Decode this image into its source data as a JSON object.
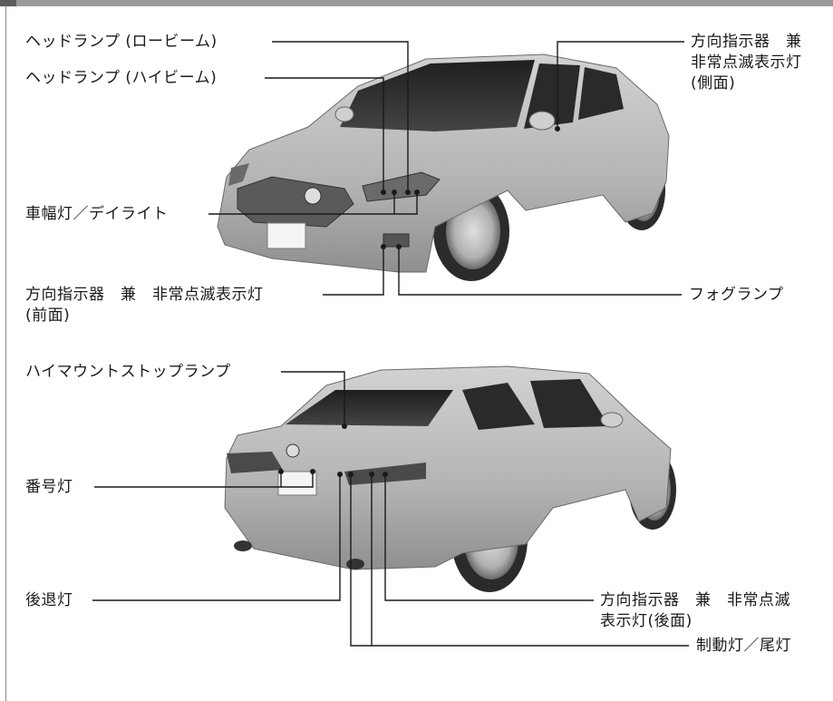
{
  "front_view": {
    "labels": {
      "headlamp_low": "ヘッドランプ (ロービーム)",
      "headlamp_high": "ヘッドランプ (ハイビーム)",
      "side_turn_l1": "方向指示器　兼",
      "side_turn_l2": "非常点滅表示灯",
      "side_turn_l3": "(側面)",
      "clearance_drl": "車幅灯／デイライト",
      "front_turn_l1": "方向指示器　兼　非常点滅表示灯",
      "front_turn_l2": "(前面)",
      "fog_lamp": "フォグランプ"
    }
  },
  "rear_view": {
    "labels": {
      "high_mount_stop": "ハイマウントストップランプ",
      "license_plate_lamp": "番号灯",
      "reverse_lamp": "後退灯",
      "rear_turn_l1": "方向指示器　兼　非常点滅",
      "rear_turn_l2": "表示灯(後面)",
      "brake_tail": "制動灯／尾灯"
    }
  },
  "colors": {
    "car_body": "#b9b9b9",
    "car_dark": "#3a3a3a",
    "line": "#1a1a1a",
    "frame": "#9a9a9a"
  }
}
